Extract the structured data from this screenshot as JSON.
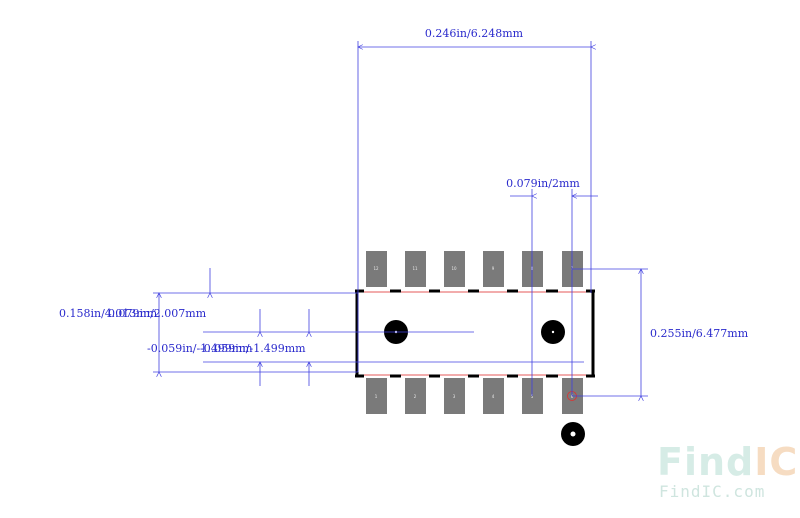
{
  "dimensions": {
    "overall_width": "0.246in/6.248mm",
    "pad_pitch": "0.079in/2mm",
    "span": "0.255in/6.477mm",
    "height_a": "0.158in/4.013mm",
    "height_b": "0.079in/2.007mm",
    "offset_a": "-0.059in/-1.499mm",
    "offset_b": "-0.059in/-1.499mm"
  },
  "pad_labels": {
    "top": [
      "12",
      "11",
      "10",
      "9",
      "8",
      "7"
    ],
    "bottom": [
      "1",
      "2",
      "3",
      "4",
      "5",
      "6"
    ]
  },
  "watermark": {
    "brand_main": "Find",
    "brand_accent": "IC",
    "url": "FindIC.com"
  },
  "colors": {
    "dimension": "#4040e0",
    "outline": "#000000",
    "pad": "#7a7a7a",
    "courtyard": "#e03030"
  }
}
